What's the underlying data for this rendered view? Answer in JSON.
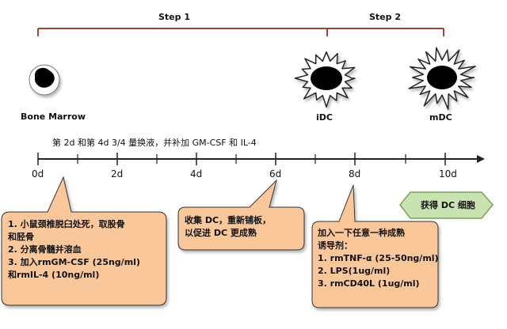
{
  "steps": {
    "step1_label": "Step 1",
    "step2_label": "Step 2"
  },
  "cells": {
    "bone_marrow_label": "Bone Marrow",
    "idc_label": "iDC",
    "mdc_label": "mDC"
  },
  "timeline": {
    "header_text": "第 2d 和第 4d 3/4 量换液，并补加 GM-CSF 和 IL-4",
    "ticks": [
      "0d",
      "2d",
      "4d",
      "6d",
      "8d",
      "10d"
    ]
  },
  "callouts": {
    "day0": {
      "lines": [
        "1.  小鼠颈椎脱臼处死，取股骨",
        "     和胫骨",
        "2.  分离骨髓并溶血",
        "3.  加入rmGM-CSF (25ng/ml)",
        "     和rmIL-4 (10ng/ml)"
      ]
    },
    "day6": {
      "lines": [
        "收集 DC，重新铺板，",
        "以促进 DC 更成熟"
      ]
    },
    "day8": {
      "lines": [
        "加入一下任意一种成熟",
        "诱导剂：",
        "1.  rmTNF-α (25-50ng/ml)",
        "2.  LPS(1ug/ml)",
        "3.  rmCD40L (1ug/ml)"
      ]
    },
    "result": {
      "text": "获得 DC 细胞"
    }
  },
  "colors": {
    "bracket": "#a0443c",
    "callout_fill": "#f9c79a",
    "callout_border": "#333333",
    "result_fill": "#c9e3b0",
    "result_border": "#7aa05a",
    "timeline": "#222222"
  }
}
